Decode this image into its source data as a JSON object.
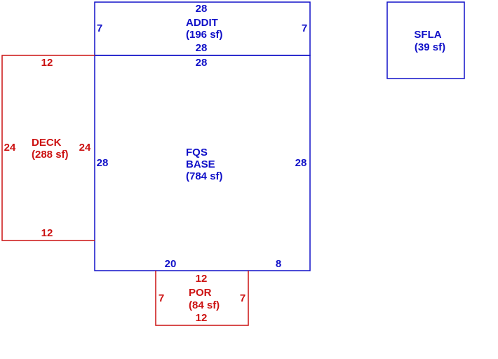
{
  "colors": {
    "blue": "#1010c8",
    "red": "#cc1111"
  },
  "areas": {
    "addit": {
      "name": "ADDIT",
      "area": "(196 sf)",
      "top": "28",
      "bottom": "28",
      "left": "7",
      "right": "7"
    },
    "base": {
      "name_line1": "FQS",
      "name_line2": "BASE",
      "area": "(784 sf)",
      "top": "28",
      "left": "28",
      "right": "28",
      "bottom_left": "20",
      "bottom_right": "8"
    },
    "deck": {
      "name": "DECK",
      "area": "(288 sf)",
      "top": "12",
      "bottom": "12",
      "left": "24",
      "right": "24"
    },
    "por": {
      "name": "POR",
      "area": "(84 sf)",
      "top": "12",
      "bottom": "12",
      "left": "7",
      "right": "7"
    },
    "sfla": {
      "name": "SFLA",
      "area": "(39 sf)"
    }
  }
}
